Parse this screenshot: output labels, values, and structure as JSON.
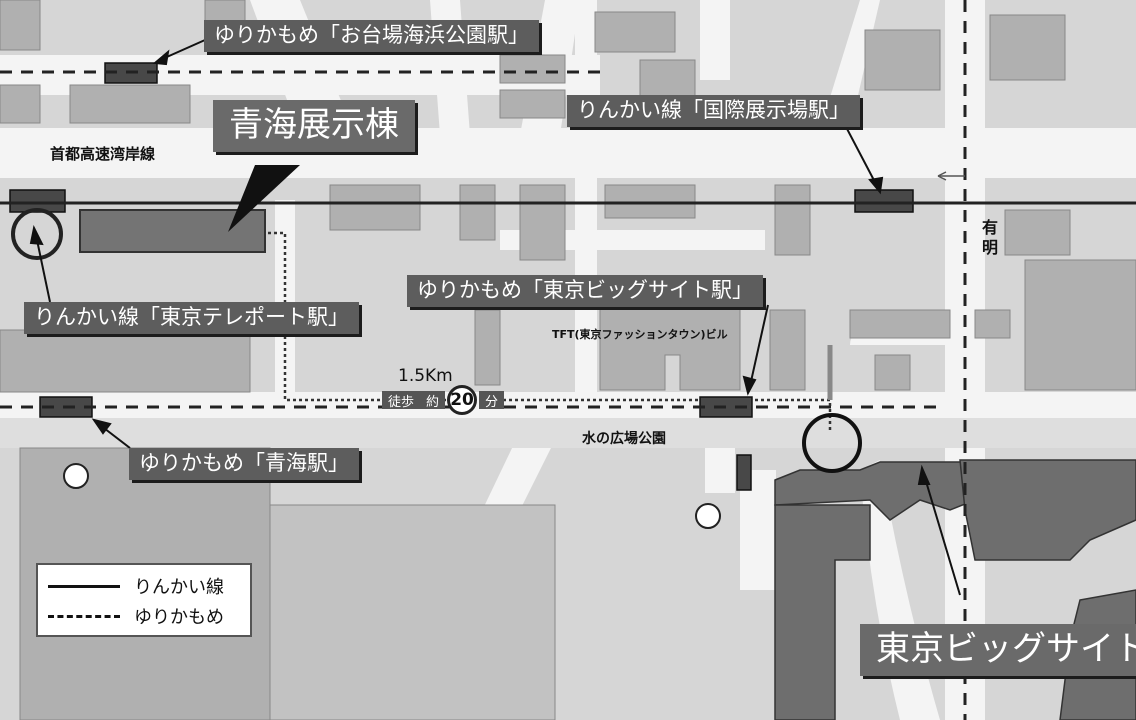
{
  "labels": {
    "odaiba_kaihin": "ゆりかもめ「お台場海浜公園駅」",
    "aomi_hall": "青海展示棟",
    "kokusai_tenjijo": "りんかい線「国際展示場駅」",
    "tokyo_teleport": "りんかい線「東京テレポート駅」",
    "tokyo_big_sight_sta": "ゆりかもめ「東京ビッグサイト駅」",
    "aomi_sta": "ゆりかもめ「青海駅」",
    "tokyo_big_sight": "東京ビッグサイト"
  },
  "places": {
    "expressway": "首都高速湾岸線",
    "tft_building": "TFT(東京ファッションタウン)ビル",
    "water_plaza": "水の広場公園",
    "ariake_1": "有",
    "ariake_2": "明"
  },
  "walk": {
    "distance": "1.5Km",
    "label_a": "徒歩",
    "label_b": "約",
    "minutes": "20",
    "unit": "分"
  },
  "legend": {
    "rinkai": "りんかい線",
    "yurikamome": "ゆりかもめ"
  },
  "colors": {
    "ground": "#d6d6d6",
    "road": "#f4f4f4",
    "building": "#b0b0b0",
    "venue": "#6e6e6e",
    "label_bg": "#5d5d5d",
    "line": "#222222"
  }
}
